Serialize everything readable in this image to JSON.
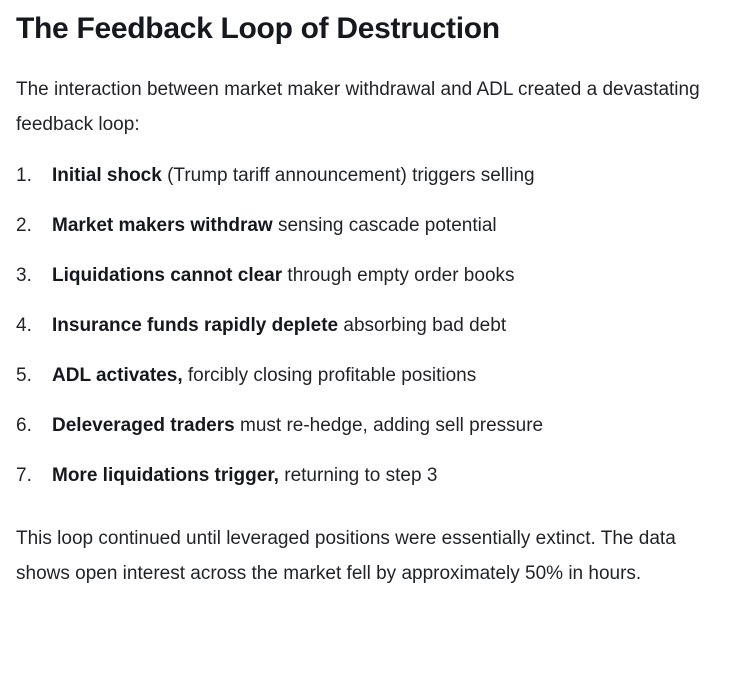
{
  "article": {
    "title": "The Feedback Loop of Destruction",
    "intro": "The interaction between market maker withdrawal and ADL created a devastating feedback loop:",
    "steps": [
      {
        "marker": "1.",
        "lead": "Initial shock",
        "rest": " (Trump tariff announcement) triggers selling"
      },
      {
        "marker": "2.",
        "lead": "Market makers withdraw",
        "rest": " sensing cascade potential"
      },
      {
        "marker": "3.",
        "lead": "Liquidations cannot clear",
        "rest": " through empty order books"
      },
      {
        "marker": "4.",
        "lead": "Insurance funds rapidly deplete",
        "rest": " absorbing bad debt"
      },
      {
        "marker": "5.",
        "lead": "ADL activates,",
        "rest": " forcibly closing profitable positions"
      },
      {
        "marker": "6.",
        "lead": "Deleveraged traders",
        "rest": " must re-hedge, adding sell pressure"
      },
      {
        "marker": "7.",
        "lead": "More liquidations trigger,",
        "rest": " returning to step 3"
      }
    ],
    "closing": "This loop continued until leveraged positions were essentially extinct. The data shows open interest across the market fell by approximately 50% in hours."
  },
  "colors": {
    "background": "#ffffff",
    "heading": "#15191f",
    "body_text": "#1f2328"
  }
}
